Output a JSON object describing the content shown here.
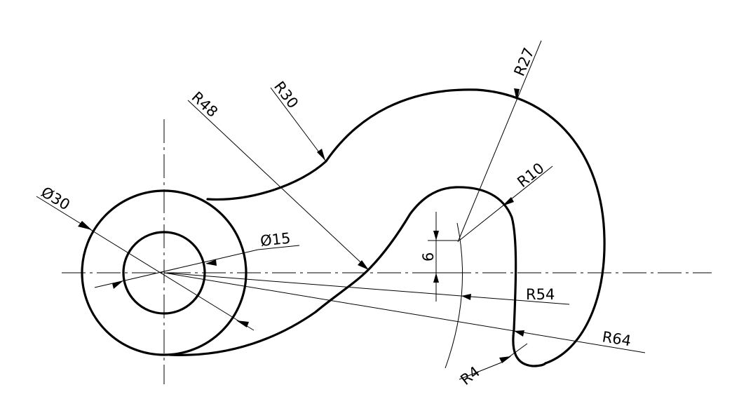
{
  "dimensions": {
    "d30": "Ø30",
    "d15": "Ø15",
    "r48": "R48",
    "r30": "R30",
    "r27": "R27",
    "r10": "R10",
    "gap6": "6",
    "r54": "R54",
    "r64": "R64",
    "r4": "R4"
  },
  "colors": {
    "line": "#000000",
    "background": "#ffffff"
  }
}
